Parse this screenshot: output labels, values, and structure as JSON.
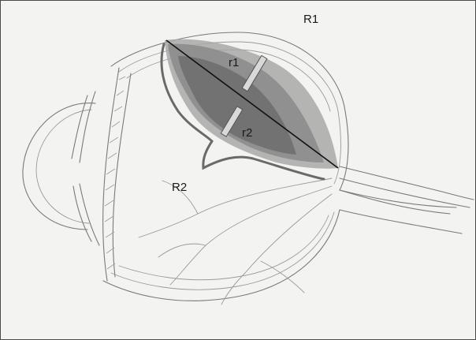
{
  "labels": {
    "region_outer": "R1",
    "region_inner": "R2",
    "radius_upper": "r1",
    "radius_lower": "r2"
  },
  "colors": {
    "paper": "#f3f3f1",
    "pencil": "#7a7a7a",
    "lesion_dark": "#6f6f6f",
    "lesion_mid": "#8c8c8c",
    "lesion_light": "#a8a8a8",
    "chord_line": "#111111",
    "boundary_curve": "#6a6a6a"
  }
}
